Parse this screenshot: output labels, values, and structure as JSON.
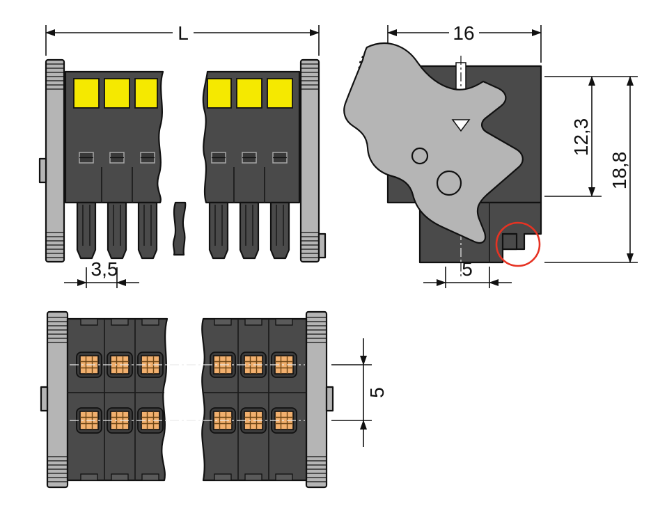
{
  "labels": {
    "front_overall_width": "L",
    "front_pole_pitch": "3,5",
    "side_width": "16",
    "side_height_to_latch": "12,3",
    "side_total_height": "18,8",
    "side_pin_length": "5",
    "bottom_row_spacing": "5"
  },
  "colors": {
    "line": "#111111",
    "body_dark": "#4a4a4a",
    "lever_gray": "#b5b5b5",
    "button_yellow": "#f5e900",
    "contact_orange": "#f2b06e",
    "highlight_red": "#e63323",
    "background": "#ffffff"
  }
}
